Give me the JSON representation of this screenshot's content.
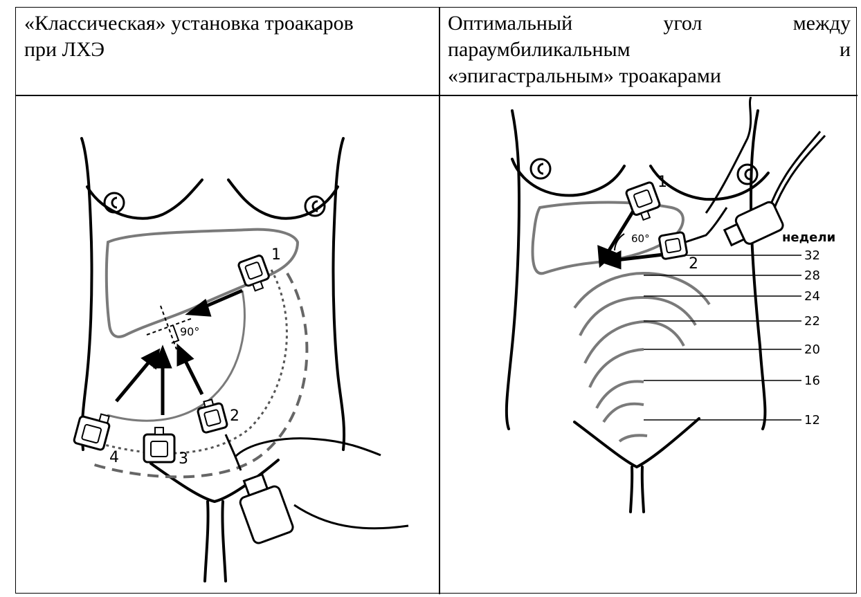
{
  "table": {
    "left_header": {
      "line1": "«Классическая» установка троакаров",
      "line2": "при ЛХЭ"
    },
    "right_header": {
      "line1_words": [
        "Оптимальный",
        "угол",
        "между"
      ],
      "line2_words": [
        "параумбиликальным",
        "и"
      ],
      "line3": "«эпигастральным» троакарами"
    }
  },
  "left_figure": {
    "port_labels": [
      "1",
      "2",
      "3",
      "4"
    ],
    "angle_label": "90°",
    "colors": {
      "outline": "#000000",
      "liver": "#7a7a7a",
      "dashed": "#666666"
    }
  },
  "right_figure": {
    "port_labels": [
      "1",
      "2"
    ],
    "angle_label": "60°",
    "weeks_title": "недели",
    "weeks": [
      "32",
      "28",
      "24",
      "22",
      "20",
      "16",
      "12"
    ],
    "colors": {
      "outline": "#000000",
      "arcs": "#7a7a7a"
    }
  }
}
